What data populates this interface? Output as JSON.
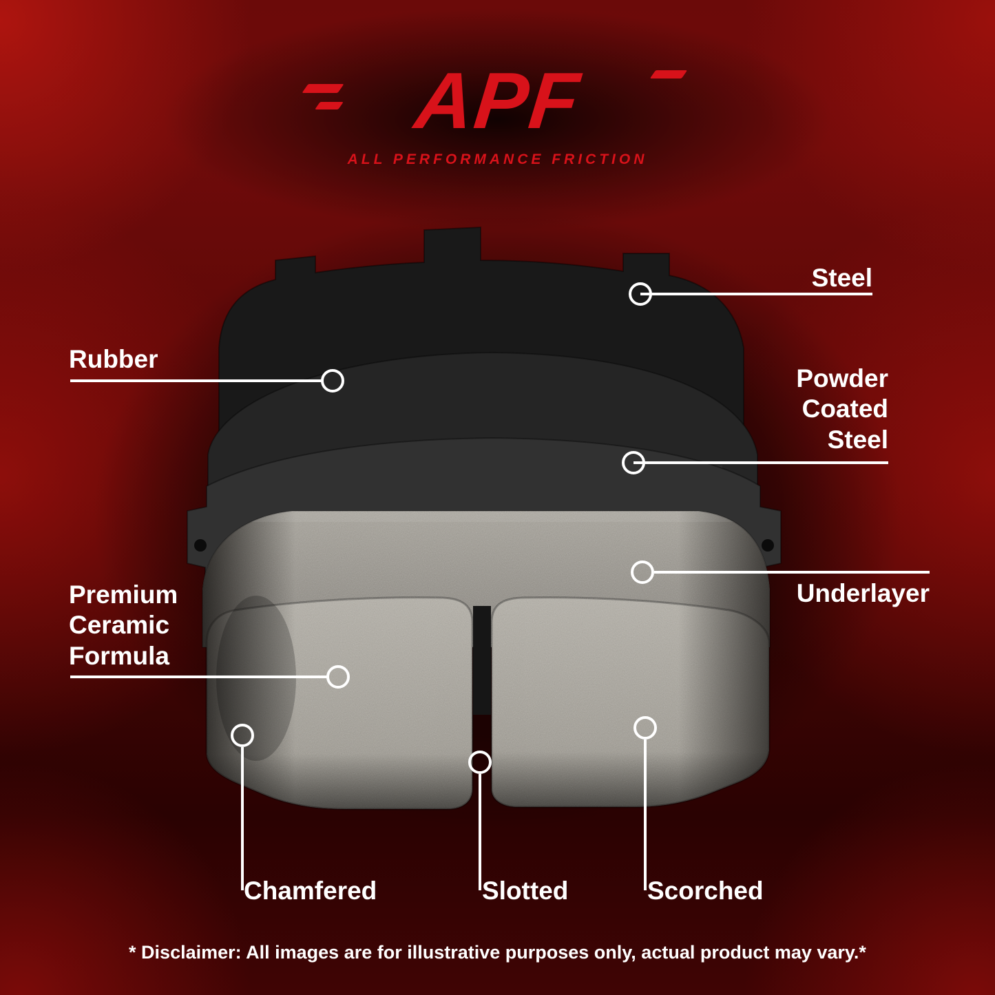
{
  "brand": {
    "name": "APF",
    "tagline": "ALL PERFORMANCE FRICTION",
    "accent_color": "#d8121a"
  },
  "diagram": {
    "illustration": "brake-pad-exploded-view"
  },
  "callouts": {
    "steel": {
      "label": "Steel"
    },
    "rubber": {
      "label": "Rubber"
    },
    "powder_coated_steel": {
      "label": "Powder\nCoated\nSteel"
    },
    "underlayer": {
      "label": "Underlayer"
    },
    "premium_ceramic_formula": {
      "label": "Premium\nCeramic\nFormula"
    },
    "chamfered": {
      "label": "Chamfered"
    },
    "slotted": {
      "label": "Slotted"
    },
    "scorched": {
      "label": "Scorched"
    }
  },
  "footer": {
    "disclaimer": "* Disclaimer: All images are for illustrative purposes only, actual product may vary.*"
  },
  "colors": {
    "callout_line": "#ffffff",
    "label_text": "#ffffff",
    "background_red": "#6b0a09"
  }
}
